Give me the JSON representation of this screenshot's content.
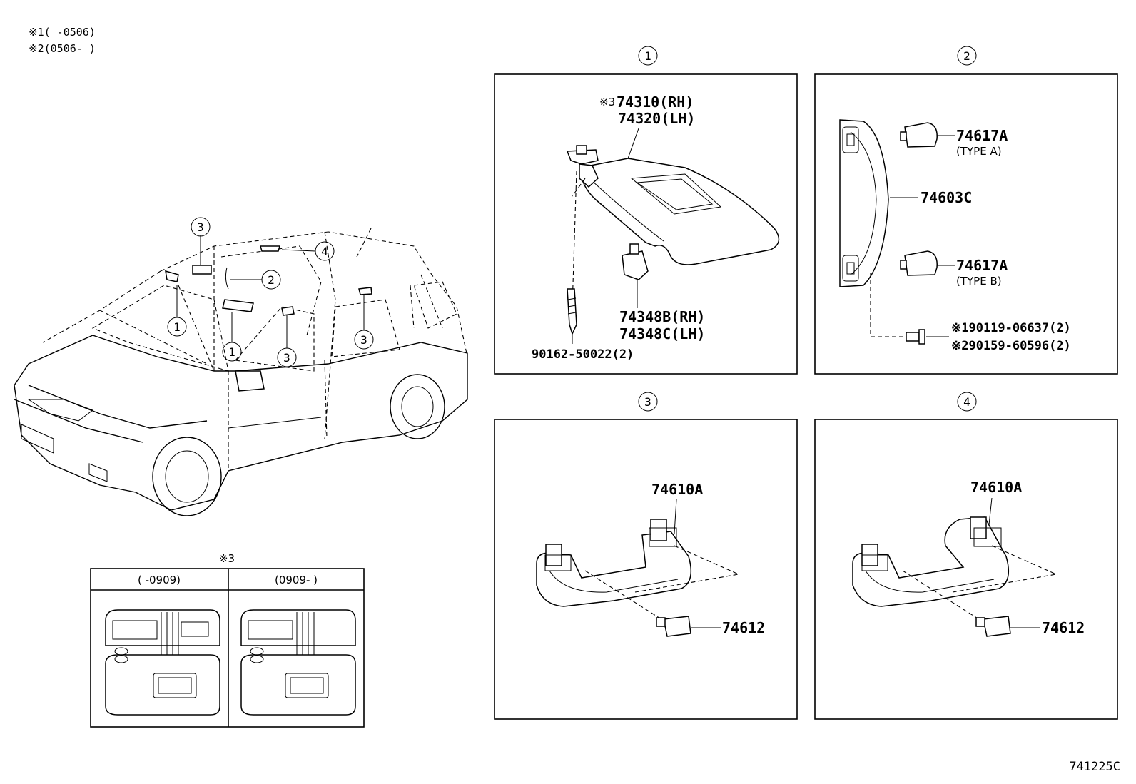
{
  "notes": {
    "note1": "※1(    -0506)",
    "note2": "※2(0506-    )"
  },
  "callouts": {
    "c1": "1",
    "c2": "2",
    "c3": "3",
    "c4": "4"
  },
  "panel1": {
    "ref": "1",
    "visor_prefix": "※3",
    "visor_rh": "74310(RH)",
    "visor_lh": "74320(LH)",
    "holder_rh": "74348B(RH)",
    "holder_lh": "74348C(LH)",
    "screw": "90162-50022(2)"
  },
  "panel2": {
    "ref": "2",
    "cap_a": "74617A",
    "cap_a_type": "(TYPE A)",
    "grip": "74603C",
    "cap_b": "74617A",
    "cap_b_type": "(TYPE B)",
    "screw1": "※190119-06637(2)",
    "screw2": "※290159-60596(2)"
  },
  "panel3": {
    "ref": "3",
    "grip": "74610A",
    "cap": "74612"
  },
  "panel4": {
    "ref": "4",
    "grip": "74610A",
    "cap": "74612"
  },
  "variants": {
    "title": "※3",
    "col1": "(    -0909)",
    "col2": "(0909-    )"
  },
  "diagram_code": "741225C"
}
